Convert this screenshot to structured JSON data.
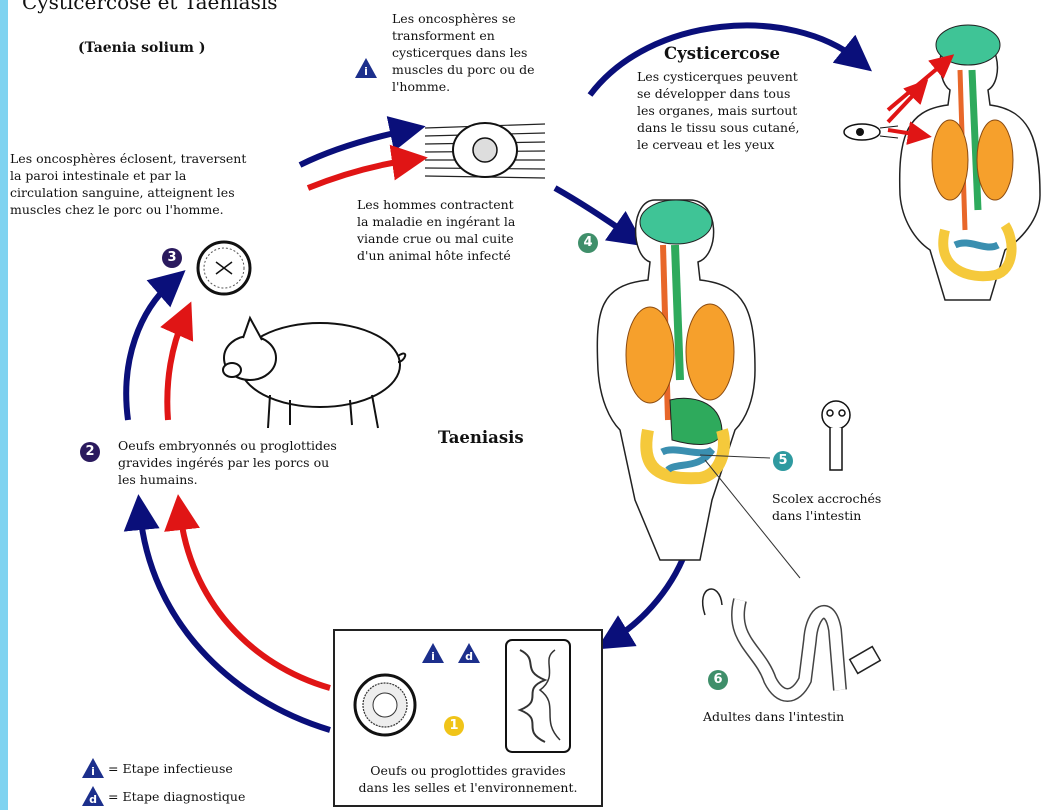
{
  "title": "Cysticercose et Taeniasis",
  "subtitle": "(Taenia solium )",
  "headings": {
    "cysticercose": "Cysticercose",
    "taeniasis": "Taeniasis"
  },
  "texts": {
    "step1_transform": "Les oncosphères se\ntransforment en\ncysticerques dans les\nmuscles du porc ou de\nl'homme.",
    "cysticercose_desc": "Les cysticerques peuvent\nse développer dans tous\nles organes, mais surtout\ndans le tissu sous cutané,\nle cerveau et les yeux",
    "hatch": "Les oncosphères éclosent, traversent\nla paroi intestinale et par la\ncirculation sanguine, atteignent les\nmuscles chez le porc ou l'homme.",
    "humans_contract": "Les hommes contractent\nla maladie en ingérant la\nviande crue ou mal cuite\nd'un animal hôte infecté",
    "eggs_ingested": "Oeufs embryonnés ou proglottides\ngravides ingérés par les porcs ou\nles humains.",
    "scolex": "Scolex accrochés\ndans l'intestin",
    "adults": "Adultes dans l'intestin",
    "stool": "Oeufs ou proglottides gravides\ndans les selles et l'environnement."
  },
  "badges": {
    "b1": "1",
    "b2": "2",
    "b3": "3",
    "b4": "4",
    "b5": "5",
    "b6": "6"
  },
  "markers": {
    "infective": "i",
    "diagnostic": "d"
  },
  "legend": {
    "infective": "= Etape infectieuse",
    "diagnostic": "= Etape diagnostique"
  },
  "colors": {
    "blue": "#0a0f7a",
    "red": "#e01515",
    "badge_dark": "#2a1a5e",
    "badge_green": "#3f8f6a",
    "badge_teal": "#2f9aa0",
    "badge_yellow": "#f0c419",
    "marker_blue": "#1c2f8c",
    "accent_strip": "#7fd3f0"
  }
}
